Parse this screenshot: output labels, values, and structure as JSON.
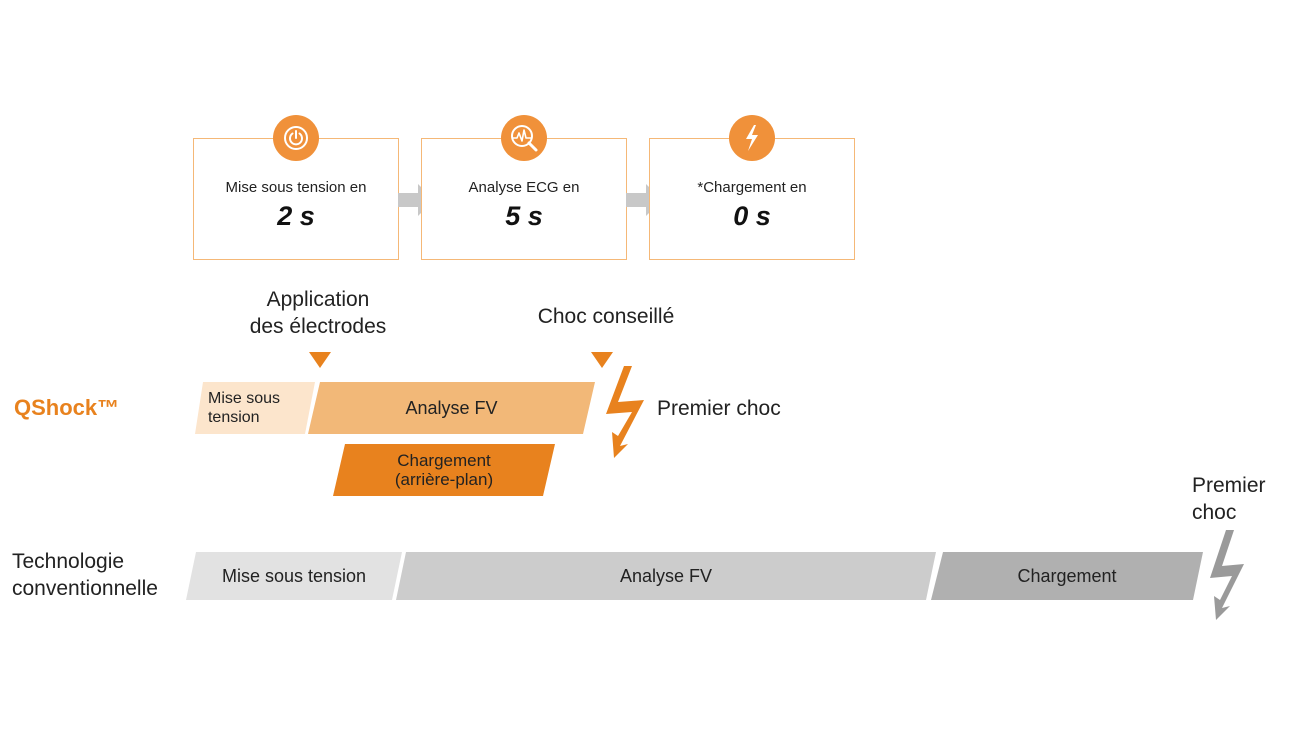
{
  "steps": [
    {
      "icon": "power-icon",
      "label": "Mise sous tension en",
      "value": "2 s"
    },
    {
      "icon": "ecg-analysis-icon",
      "label": "Analyse ECG en",
      "value": "5 s"
    },
    {
      "icon": "lightning-icon",
      "label": "*Chargement en",
      "value": "0 s"
    }
  ],
  "markers": {
    "electrodes": "Application\ndes électrodes",
    "shock_advised": "Choc conseillé"
  },
  "qshock": {
    "label": "QShock™",
    "power_on": "Mise sous\ntension",
    "analysis": "Analyse FV",
    "charging": "Chargement\n(arrière-plan)",
    "first_shock": "Premier choc"
  },
  "conventional": {
    "label": "Technologie\nconventionnelle",
    "power_on": "Mise sous tension",
    "analysis": "Analyse FV",
    "charging": "Chargement",
    "first_shock": "Premier\nchoc"
  },
  "colors": {
    "accent": "#f0913a",
    "accent_dark": "#e8821e",
    "box_border": "#f5b877",
    "qshock_light": "#fce5cc",
    "qshock_mid": "#f2b878",
    "qshock_dark": "#e8821e",
    "gray_light": "#e2e2e2",
    "gray_mid": "#cccccc",
    "gray_dark": "#b0b0b0",
    "arrow_gray": "#c8c8c8"
  }
}
